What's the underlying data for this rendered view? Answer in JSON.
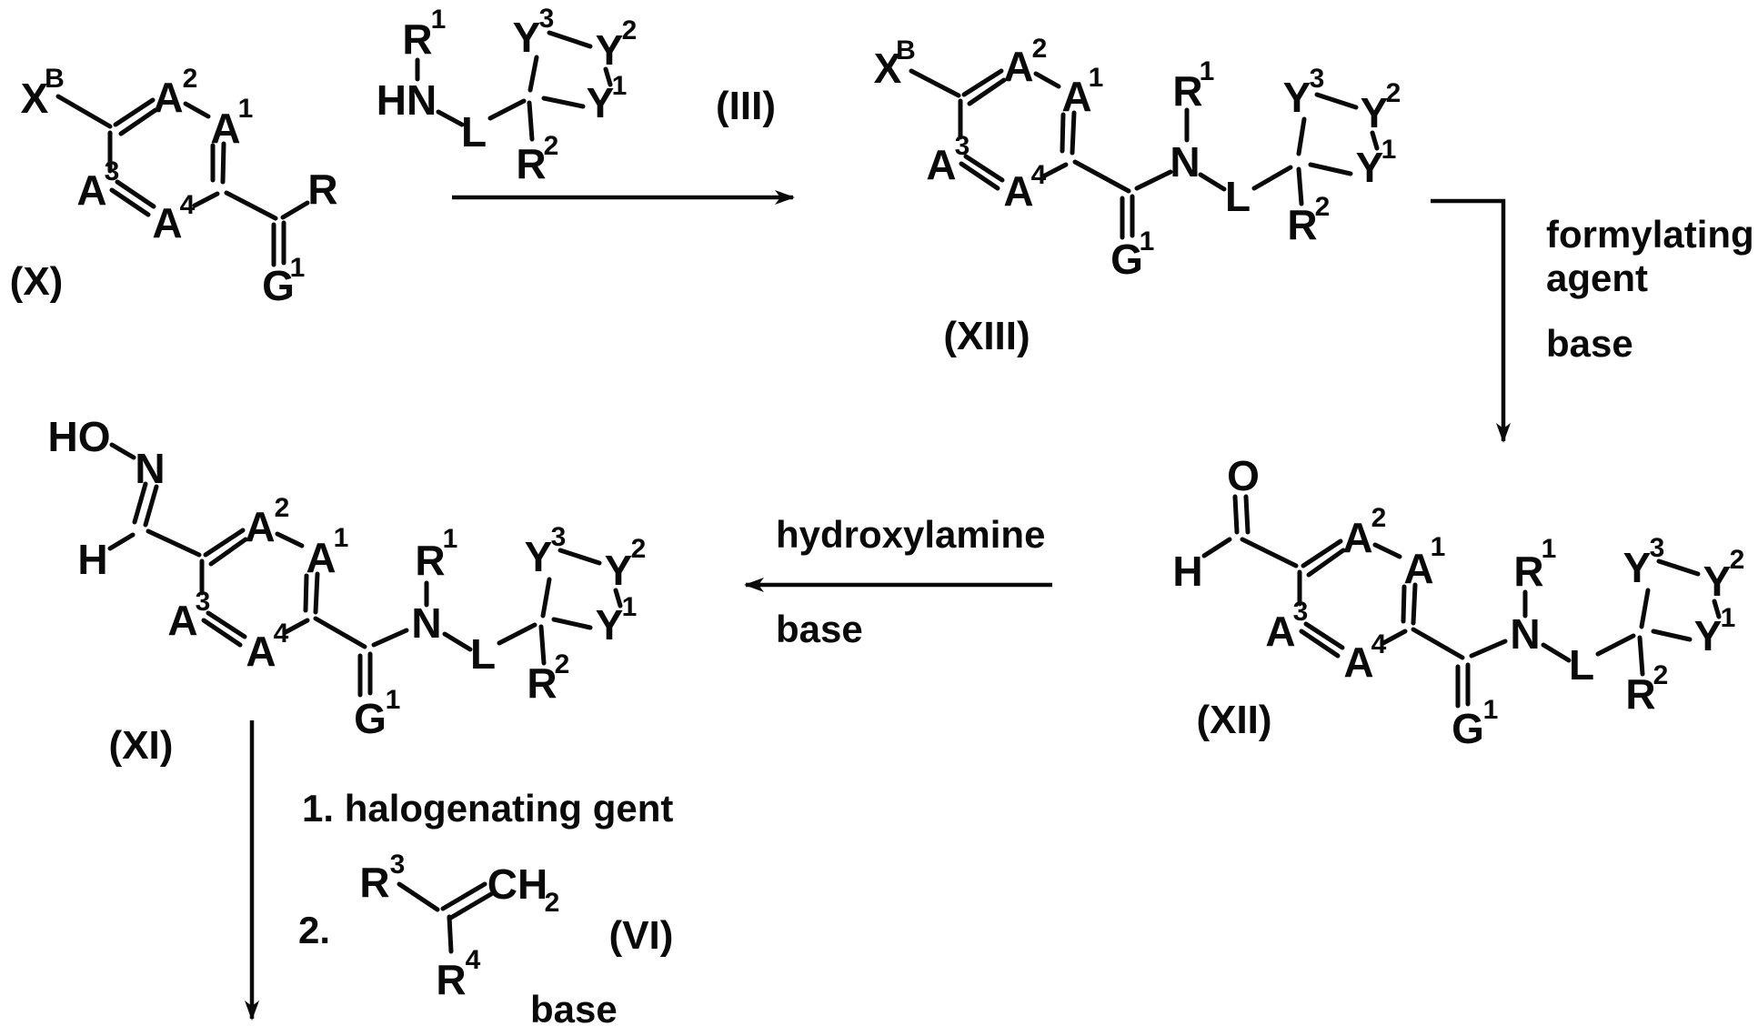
{
  "colors": {
    "ink": "#0a0a0a",
    "paper": "#ffffff"
  },
  "structures": {
    "X": {
      "caption": "(X)",
      "xb": {
        "base": "X",
        "sup": "B"
      },
      "a2": {
        "base": "A",
        "sup": "2"
      },
      "a1": {
        "base": "A",
        "sup": "1"
      },
      "a3": {
        "base": "A",
        "sup": "3"
      },
      "a4": {
        "base": "A",
        "sup": "4"
      },
      "r": "R",
      "g1": {
        "base": "G",
        "sup": "1"
      }
    },
    "III": {
      "caption": "(III)",
      "r1": {
        "base": "R",
        "sup": "1"
      },
      "hn": "HN",
      "l": "L",
      "y3": {
        "base": "Y",
        "sup": "3"
      },
      "y2": {
        "base": "Y",
        "sup": "2"
      },
      "y1": {
        "base": "Y",
        "sup": "1"
      },
      "r2": {
        "base": "R",
        "sup": "2"
      }
    },
    "XIII": {
      "caption": "(XIII)",
      "xb": {
        "base": "X",
        "sup": "B"
      },
      "a2": {
        "base": "A",
        "sup": "2"
      },
      "a1": {
        "base": "A",
        "sup": "1"
      },
      "a3": {
        "base": "A",
        "sup": "3"
      },
      "a4": {
        "base": "A",
        "sup": "4"
      },
      "g1": {
        "base": "G",
        "sup": "1"
      },
      "n": "N",
      "r1": {
        "base": "R",
        "sup": "1"
      },
      "l": "L",
      "y3": {
        "base": "Y",
        "sup": "3"
      },
      "y2": {
        "base": "Y",
        "sup": "2"
      },
      "y1": {
        "base": "Y",
        "sup": "1"
      },
      "r2": {
        "base": "R",
        "sup": "2"
      }
    },
    "XII": {
      "caption": "(XII)",
      "o": "O",
      "h": "H",
      "a2": {
        "base": "A",
        "sup": "2"
      },
      "a1": {
        "base": "A",
        "sup": "1"
      },
      "a3": {
        "base": "A",
        "sup": "3"
      },
      "a4": {
        "base": "A",
        "sup": "4"
      },
      "g1": {
        "base": "G",
        "sup": "1"
      },
      "n": "N",
      "r1": {
        "base": "R",
        "sup": "1"
      },
      "l": "L",
      "y3": {
        "base": "Y",
        "sup": "3"
      },
      "y2": {
        "base": "Y",
        "sup": "2"
      },
      "y1": {
        "base": "Y",
        "sup": "1"
      },
      "r2": {
        "base": "R",
        "sup": "2"
      }
    },
    "XI": {
      "caption": "(XI)",
      "ho": "HO",
      "n_oxime": "N",
      "h": "H",
      "a2": {
        "base": "A",
        "sup": "2"
      },
      "a1": {
        "base": "A",
        "sup": "1"
      },
      "a3": {
        "base": "A",
        "sup": "3"
      },
      "a4": {
        "base": "A",
        "sup": "4"
      },
      "g1": {
        "base": "G",
        "sup": "1"
      },
      "n": "N",
      "r1": {
        "base": "R",
        "sup": "1"
      },
      "l": "L",
      "y3": {
        "base": "Y",
        "sup": "3"
      },
      "y2": {
        "base": "Y",
        "sup": "2"
      },
      "y1": {
        "base": "Y",
        "sup": "1"
      },
      "r2": {
        "base": "R",
        "sup": "2"
      }
    },
    "VI": {
      "caption": "(VI)",
      "r3": {
        "base": "R",
        "sup": "3"
      },
      "ch2": {
        "base": "CH",
        "sub": "2"
      },
      "r4": {
        "base": "R",
        "sup": "4"
      }
    }
  },
  "reagent_text": {
    "formylating": {
      "line1": "formylating",
      "line2": "agent",
      "line3": "base"
    },
    "hydroxylamine": {
      "line1": "hydroxylamine",
      "line2": "base"
    },
    "halogenation": {
      "step1": "1. halogenating gent",
      "step2": "2.",
      "base": "base"
    }
  }
}
